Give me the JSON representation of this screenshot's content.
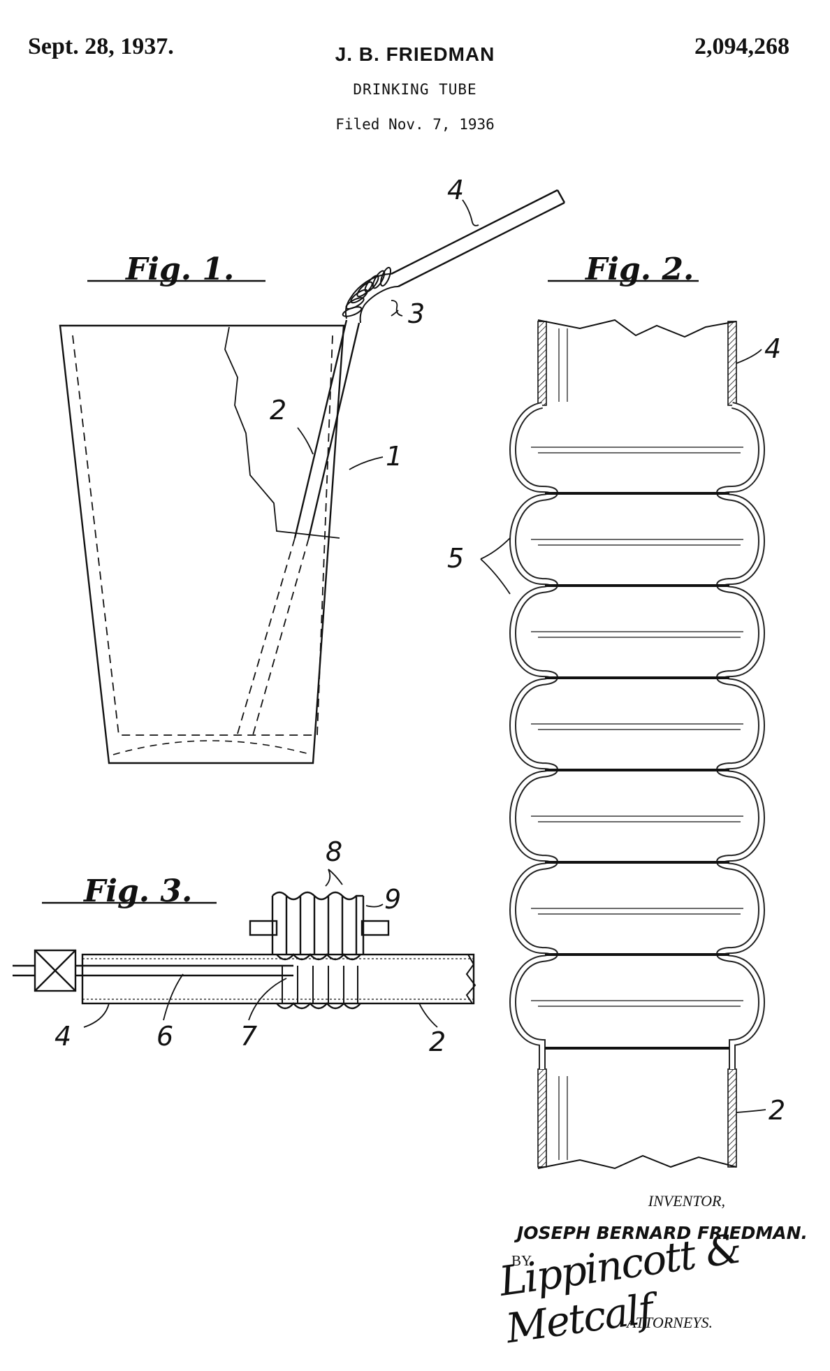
{
  "header": {
    "date": "Sept. 28, 1937.",
    "inventor": "J. B. FRIEDMAN",
    "patent_number": "2,094,268",
    "title": "DRINKING TUBE",
    "filed": "Filed Nov. 7, 1936"
  },
  "figures": {
    "fig1": "Fig. 1.",
    "fig2": "Fig. 2.",
    "fig3": "Fig. 3."
  },
  "refs": {
    "fig1": [
      "4",
      "3",
      "2",
      "1"
    ],
    "fig2": [
      "4",
      "5",
      "2"
    ],
    "fig3": [
      "8",
      "9",
      "4",
      "6",
      "7",
      "2"
    ]
  },
  "signature": {
    "inventor_label": "INVENTOR,",
    "inventor_name": "JOSEPH BERNARD FRIEDMAN.",
    "by": "BY",
    "attorney_signature": "Lippincott & Metcalf",
    "attorneys_label": "ATTORNEYS."
  }
}
